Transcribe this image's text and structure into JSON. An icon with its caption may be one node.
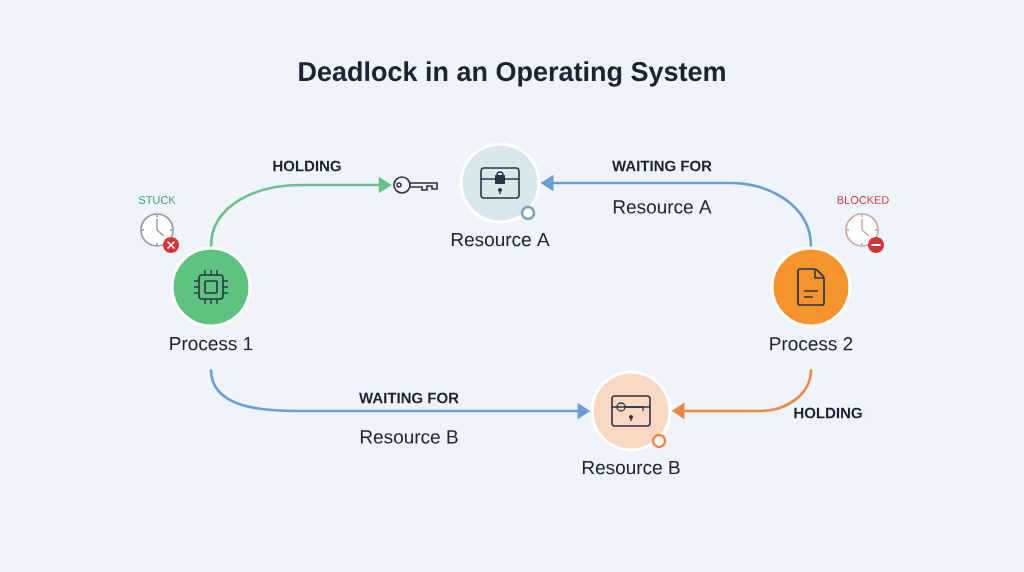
{
  "diagram": {
    "title": "Deadlock in an Operating System",
    "nodes": [
      {
        "text": [
          "Process 1"
        ],
        "beside": [
          "STUCK"
        ]
      },
      {
        "text": [],
        "shape": "key"
      },
      {
        "text": [
          "Resource A"
        ]
      },
      {
        "text": [
          "Process 2"
        ],
        "beside": [
          "BLOCKED"
        ]
      },
      {
        "text": [
          "Resource B"
        ]
      }
    ],
    "edges": [
      {
        "from": 0,
        "to": 1,
        "arrow": "to",
        "label": "HOLDING",
        "color": "#6cbf8c"
      },
      {
        "from": 3,
        "to": 2,
        "arrow": "to",
        "label": "WAITING FOR",
        "color": "#6b9fd3"
      },
      {
        "from": 0,
        "to": 4,
        "arrow": "to",
        "label": "WAITING FOR",
        "color": "#6b9fd3"
      },
      {
        "from": 3,
        "to": 4,
        "arrow": "to",
        "label": "HOLDING",
        "color": "#e8894a"
      }
    ],
    "labels": [
      "Resource A",
      "Resource B"
    ]
  }
}
